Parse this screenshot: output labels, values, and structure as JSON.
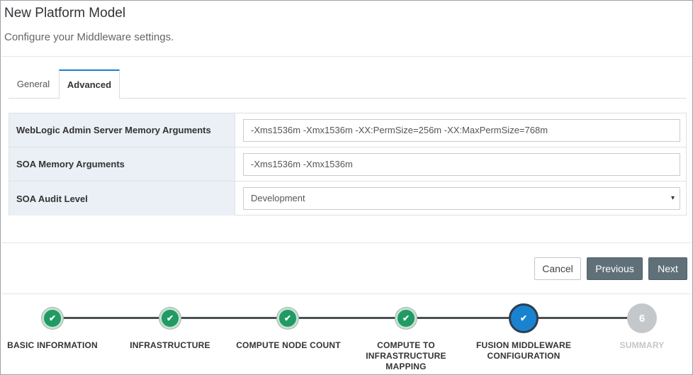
{
  "header": {
    "title": "New Platform Model",
    "subtitle": "Configure your Middleware settings."
  },
  "tabs": [
    {
      "label": "General",
      "active": false
    },
    {
      "label": "Advanced",
      "active": true
    }
  ],
  "form": {
    "rows": [
      {
        "label": "WebLogic Admin Server Memory Arguments",
        "type": "text",
        "value": "-Xms1536m -Xmx1536m -XX:PermSize=256m -XX:MaxPermSize=768m"
      },
      {
        "label": "SOA Memory Arguments",
        "type": "text",
        "value": "-Xms1536m -Xmx1536m"
      },
      {
        "label": "SOA Audit Level",
        "type": "select",
        "value": "Development",
        "caret": "▾"
      }
    ]
  },
  "buttons": {
    "cancel": "Cancel",
    "previous": "Previous",
    "next": "Next"
  },
  "train": {
    "steps": [
      {
        "label": "BASIC INFORMATION",
        "status": "done",
        "icon": "check-icon"
      },
      {
        "label": "INFRASTRUCTURE",
        "status": "done",
        "icon": "check-icon"
      },
      {
        "label": "COMPUTE NODE COUNT",
        "status": "done",
        "icon": "check-icon"
      },
      {
        "label": "COMPUTE TO INFRASTRUCTURE MAPPING",
        "status": "done",
        "icon": "check-icon"
      },
      {
        "label": "FUSION MIDDLEWARE CONFIGURATION",
        "status": "current",
        "icon": "check-icon"
      },
      {
        "label": "SUMMARY",
        "status": "future",
        "number": "6"
      }
    ]
  },
  "colors": {
    "done": "#1f9b63",
    "current": "#1a83d0",
    "future": "#c5c8cb",
    "primary_button": "#5f7079",
    "label_background": "#eaf0f5"
  }
}
